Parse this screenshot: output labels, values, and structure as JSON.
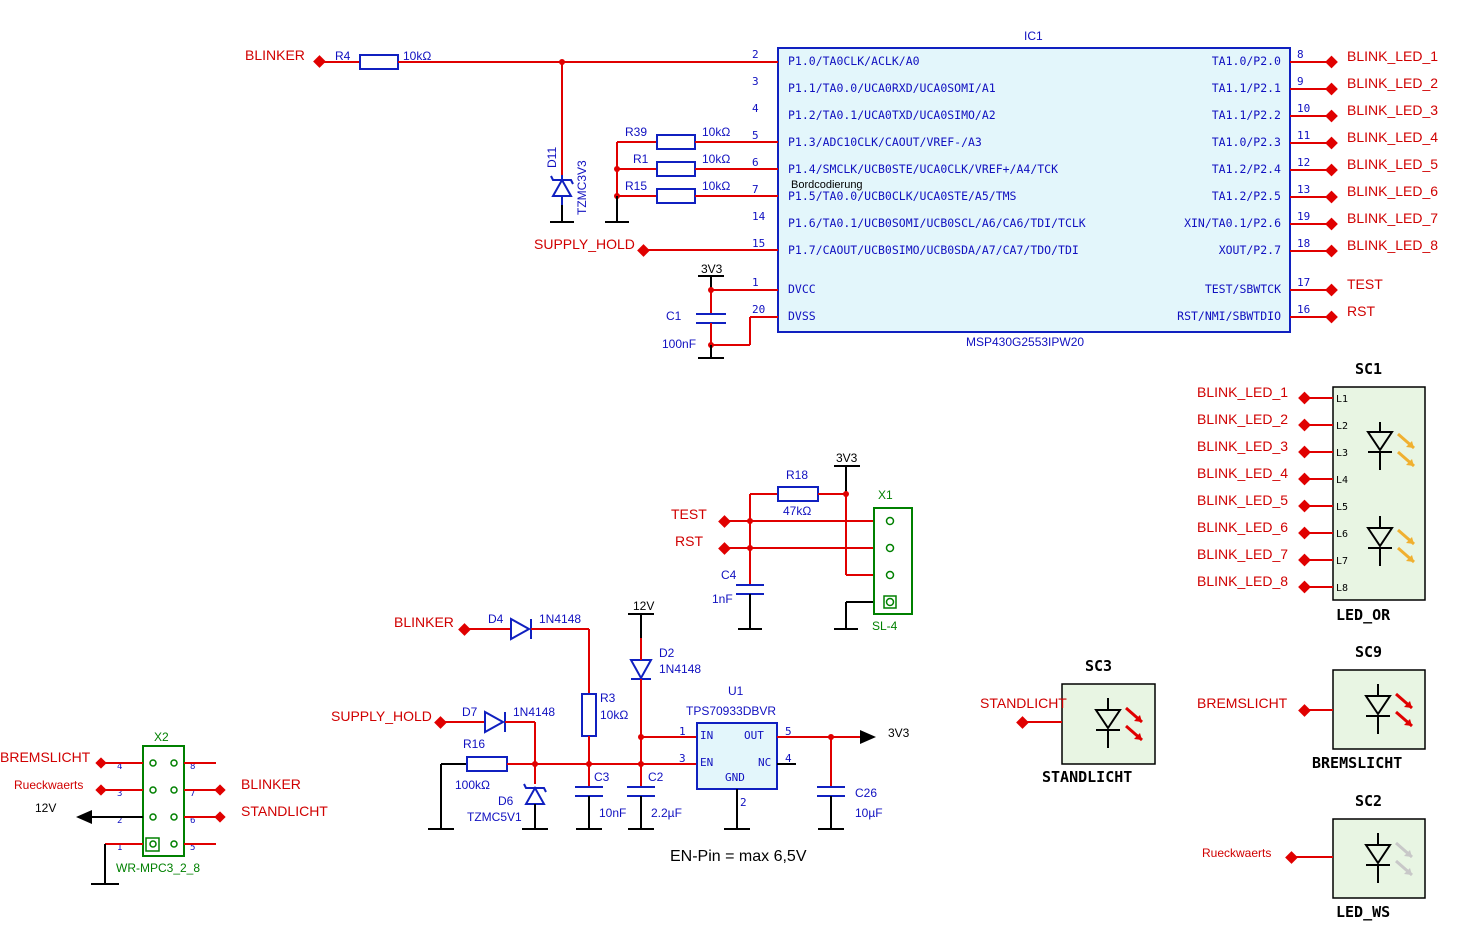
{
  "ic1": {
    "ref": "IC1",
    "value": "MSP430G2553IPW20",
    "left_pins": [
      {
        "num": "2",
        "name": "P1.0/TA0CLK/ACLK/A0"
      },
      {
        "num": "3",
        "name": "P1.1/TA0.0/UCA0RXD/UCA0SOMI/A1"
      },
      {
        "num": "4",
        "name": "P1.2/TA0.1/UCA0TXD/UCA0SIMO/A2"
      },
      {
        "num": "5",
        "name": "P1.3/ADC10CLK/CAOUT/VREF-/A3"
      },
      {
        "num": "6",
        "name": "P1.4/SMCLK/UCB0STE/UCA0CLK/VREF+/A4/TCK"
      },
      {
        "num": "7",
        "name": "P1.5/TA0.0/UCB0CLK/UCA0STE/A5/TMS"
      },
      {
        "num": "14",
        "name": "P1.6/TA0.1/UCB0SOMI/UCB0SCL/A6/CA6/TDI/TCLK"
      },
      {
        "num": "15",
        "name": "P1.7/CAOUT/UCB0SIMO/UCB0SDA/A7/CA7/TDO/TDI"
      },
      {
        "num": "1",
        "name": "DVCC"
      },
      {
        "num": "20",
        "name": "DVSS"
      }
    ],
    "right_pins": [
      {
        "num": "8",
        "name": "TA1.0/P2.0",
        "net": "BLINK_LED_1"
      },
      {
        "num": "9",
        "name": "TA1.1/P2.1",
        "net": "BLINK_LED_2"
      },
      {
        "num": "10",
        "name": "TA1.1/P2.2",
        "net": "BLINK_LED_3"
      },
      {
        "num": "11",
        "name": "TA1.0/P2.3",
        "net": "BLINK_LED_4"
      },
      {
        "num": "12",
        "name": "TA1.2/P2.4",
        "net": "BLINK_LED_5"
      },
      {
        "num": "13",
        "name": "TA1.2/P2.5",
        "net": "BLINK_LED_6"
      },
      {
        "num": "19",
        "name": "XIN/TA0.1/P2.6",
        "net": "BLINK_LED_7"
      },
      {
        "num": "18",
        "name": "XOUT/P2.7",
        "net": "BLINK_LED_8"
      },
      {
        "num": "17",
        "name": "TEST/SBWTCK",
        "net": "TEST"
      },
      {
        "num": "16",
        "name": "RST/NMI/SBWTDIO",
        "net": "RST"
      }
    ],
    "note": "Bordcodierung"
  },
  "nets": {
    "blinker": "BLINKER",
    "supply_hold": "SUPPLY_HOLD",
    "v3v3": "3V3",
    "v12": "12V",
    "test": "TEST",
    "rst": "RST",
    "standlicht": "STANDLICHT",
    "bremslicht": "BREMSLICHT",
    "rueckwaerts": "Rueckwaerts"
  },
  "parts": {
    "r4": {
      "ref": "R4",
      "value": "10kΩ"
    },
    "r39": {
      "ref": "R39",
      "value": "10kΩ"
    },
    "r1": {
      "ref": "R1",
      "value": "10kΩ"
    },
    "r15": {
      "ref": "R15",
      "value": "10kΩ"
    },
    "d11": {
      "ref": "D11",
      "value": "TZMC3V3"
    },
    "c1": {
      "ref": "C1",
      "value": "100nF"
    },
    "r18": {
      "ref": "R18",
      "value": "47kΩ"
    },
    "c4": {
      "ref": "C4",
      "value": "1nF"
    },
    "x1": {
      "ref": "X1",
      "value": "SL-4"
    },
    "d4": {
      "ref": "D4",
      "value": "1N4148"
    },
    "d2": {
      "ref": "D2",
      "value": "1N4148"
    },
    "d7": {
      "ref": "D7",
      "value": "1N4148"
    },
    "r3": {
      "ref": "R3",
      "value": "10kΩ"
    },
    "r16": {
      "ref": "R16",
      "value": "100kΩ"
    },
    "d6": {
      "ref": "D6",
      "value": "TZMC5V1"
    },
    "c3": {
      "ref": "C3",
      "value": "10nF"
    },
    "c2": {
      "ref": "C2",
      "value": "2.2µF"
    },
    "c26": {
      "ref": "C26",
      "value": "10µF"
    },
    "u1": {
      "ref": "U1",
      "value": "TPS70933DBVR",
      "pins": {
        "in": "IN",
        "en": "EN",
        "out": "OUT",
        "nc": "NC",
        "gnd": "GND"
      }
    },
    "x2": {
      "ref": "X2",
      "value": "WR-MPC3_2_8"
    }
  },
  "modules": {
    "sc1": {
      "ref": "SC1",
      "value": "LED_OR",
      "pins": [
        "L1",
        "L2",
        "L3",
        "L4",
        "L5",
        "L6",
        "L7",
        "L8"
      ],
      "inputs": [
        "BLINK_LED_1",
        "BLINK_LED_2",
        "BLINK_LED_3",
        "BLINK_LED_4",
        "BLINK_LED_5",
        "BLINK_LED_6",
        "BLINK_LED_7",
        "BLINK_LED_8"
      ]
    },
    "sc3": {
      "ref": "SC3",
      "value": "STANDLICHT"
    },
    "sc9": {
      "ref": "SC9",
      "value": "BREMSLICHT"
    },
    "sc2": {
      "ref": "SC2",
      "value": "LED_WS"
    }
  },
  "annotation": "EN-Pin = max 6,5V",
  "colors": {
    "wire": "#e00000",
    "component": "#1020c0",
    "ground": "#000000",
    "module_fill": "#e8f5e3",
    "ic_fill": "#e3f6fb",
    "connector": "#008000"
  }
}
